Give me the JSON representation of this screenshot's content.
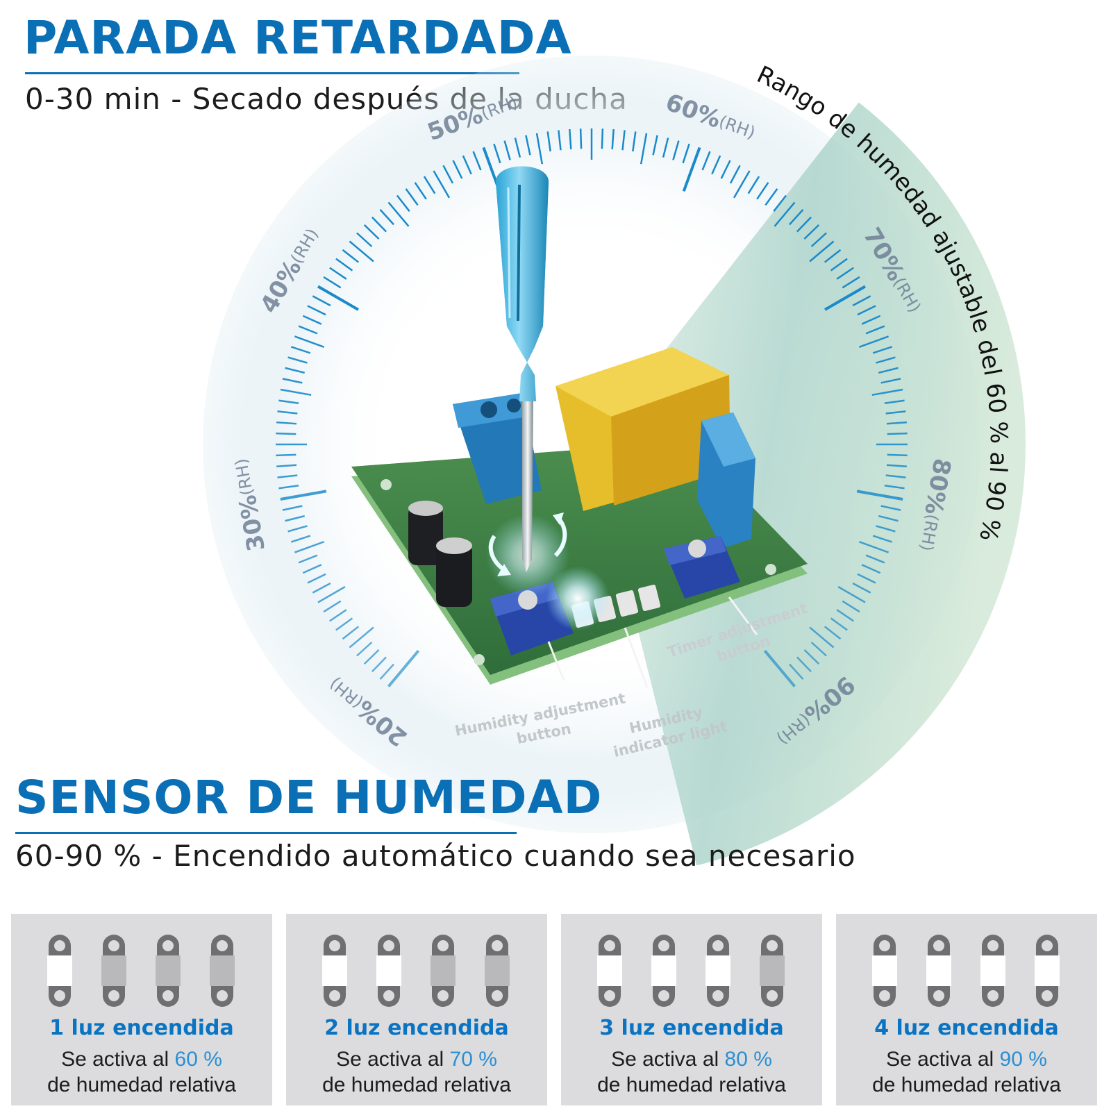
{
  "header": {
    "title": "PARADA RETARDADA",
    "subtitle": "0-30 min - Secado después de la ducha"
  },
  "dial": {
    "labels": [
      {
        "value": "20%",
        "unit": "(RH)"
      },
      {
        "value": "30%",
        "unit": "(RH)"
      },
      {
        "value": "40%",
        "unit": "(RH)"
      },
      {
        "value": "50%",
        "unit": "(RH)"
      },
      {
        "value": "60%",
        "unit": "(RH)"
      },
      {
        "value": "70%",
        "unit": "(RH)"
      },
      {
        "value": "80%",
        "unit": "(RH)"
      },
      {
        "value": "90%",
        "unit": "(RH)"
      }
    ],
    "range_caption": "Rango de humedad ajustable del 60 % al 90 %"
  },
  "board_callouts": {
    "humidity_button": [
      "Humidity adjustment",
      "button"
    ],
    "indicator_light": [
      "Humidity",
      "indicator light"
    ],
    "timer_button": [
      "Timer adjustment",
      "button"
    ]
  },
  "section": {
    "title": "SENSOR DE HUMEDAD",
    "subtitle": "60-90 % - Encendido automático cuando sea necesario"
  },
  "tiles": [
    {
      "title": "1 luz encendida",
      "prefix": "Se activa al ",
      "percent": "60 %",
      "suffix": "de humedad relativa",
      "lights_on": 1
    },
    {
      "title": "2 luz encendida",
      "prefix": "Se activa al ",
      "percent": "70 %",
      "suffix": "de humedad relativa",
      "lights_on": 2
    },
    {
      "title": "3 luz encendida",
      "prefix": "Se activa al ",
      "percent": "80 %",
      "suffix": "de humedad relativa",
      "lights_on": 3
    },
    {
      "title": "4 luz encendida",
      "prefix": "Se activa al ",
      "percent": "90 %",
      "suffix": "de humedad relativa",
      "lights_on": 4
    }
  ],
  "colors": {
    "accent": "#0a6fb5",
    "percent": "#2b8fd3",
    "tick": "#1a8ac9",
    "sector": "#bfe0c8",
    "tile_bg": "#dcdcde",
    "led_on": "#ffffff",
    "led_off": "#b9b9bc"
  }
}
